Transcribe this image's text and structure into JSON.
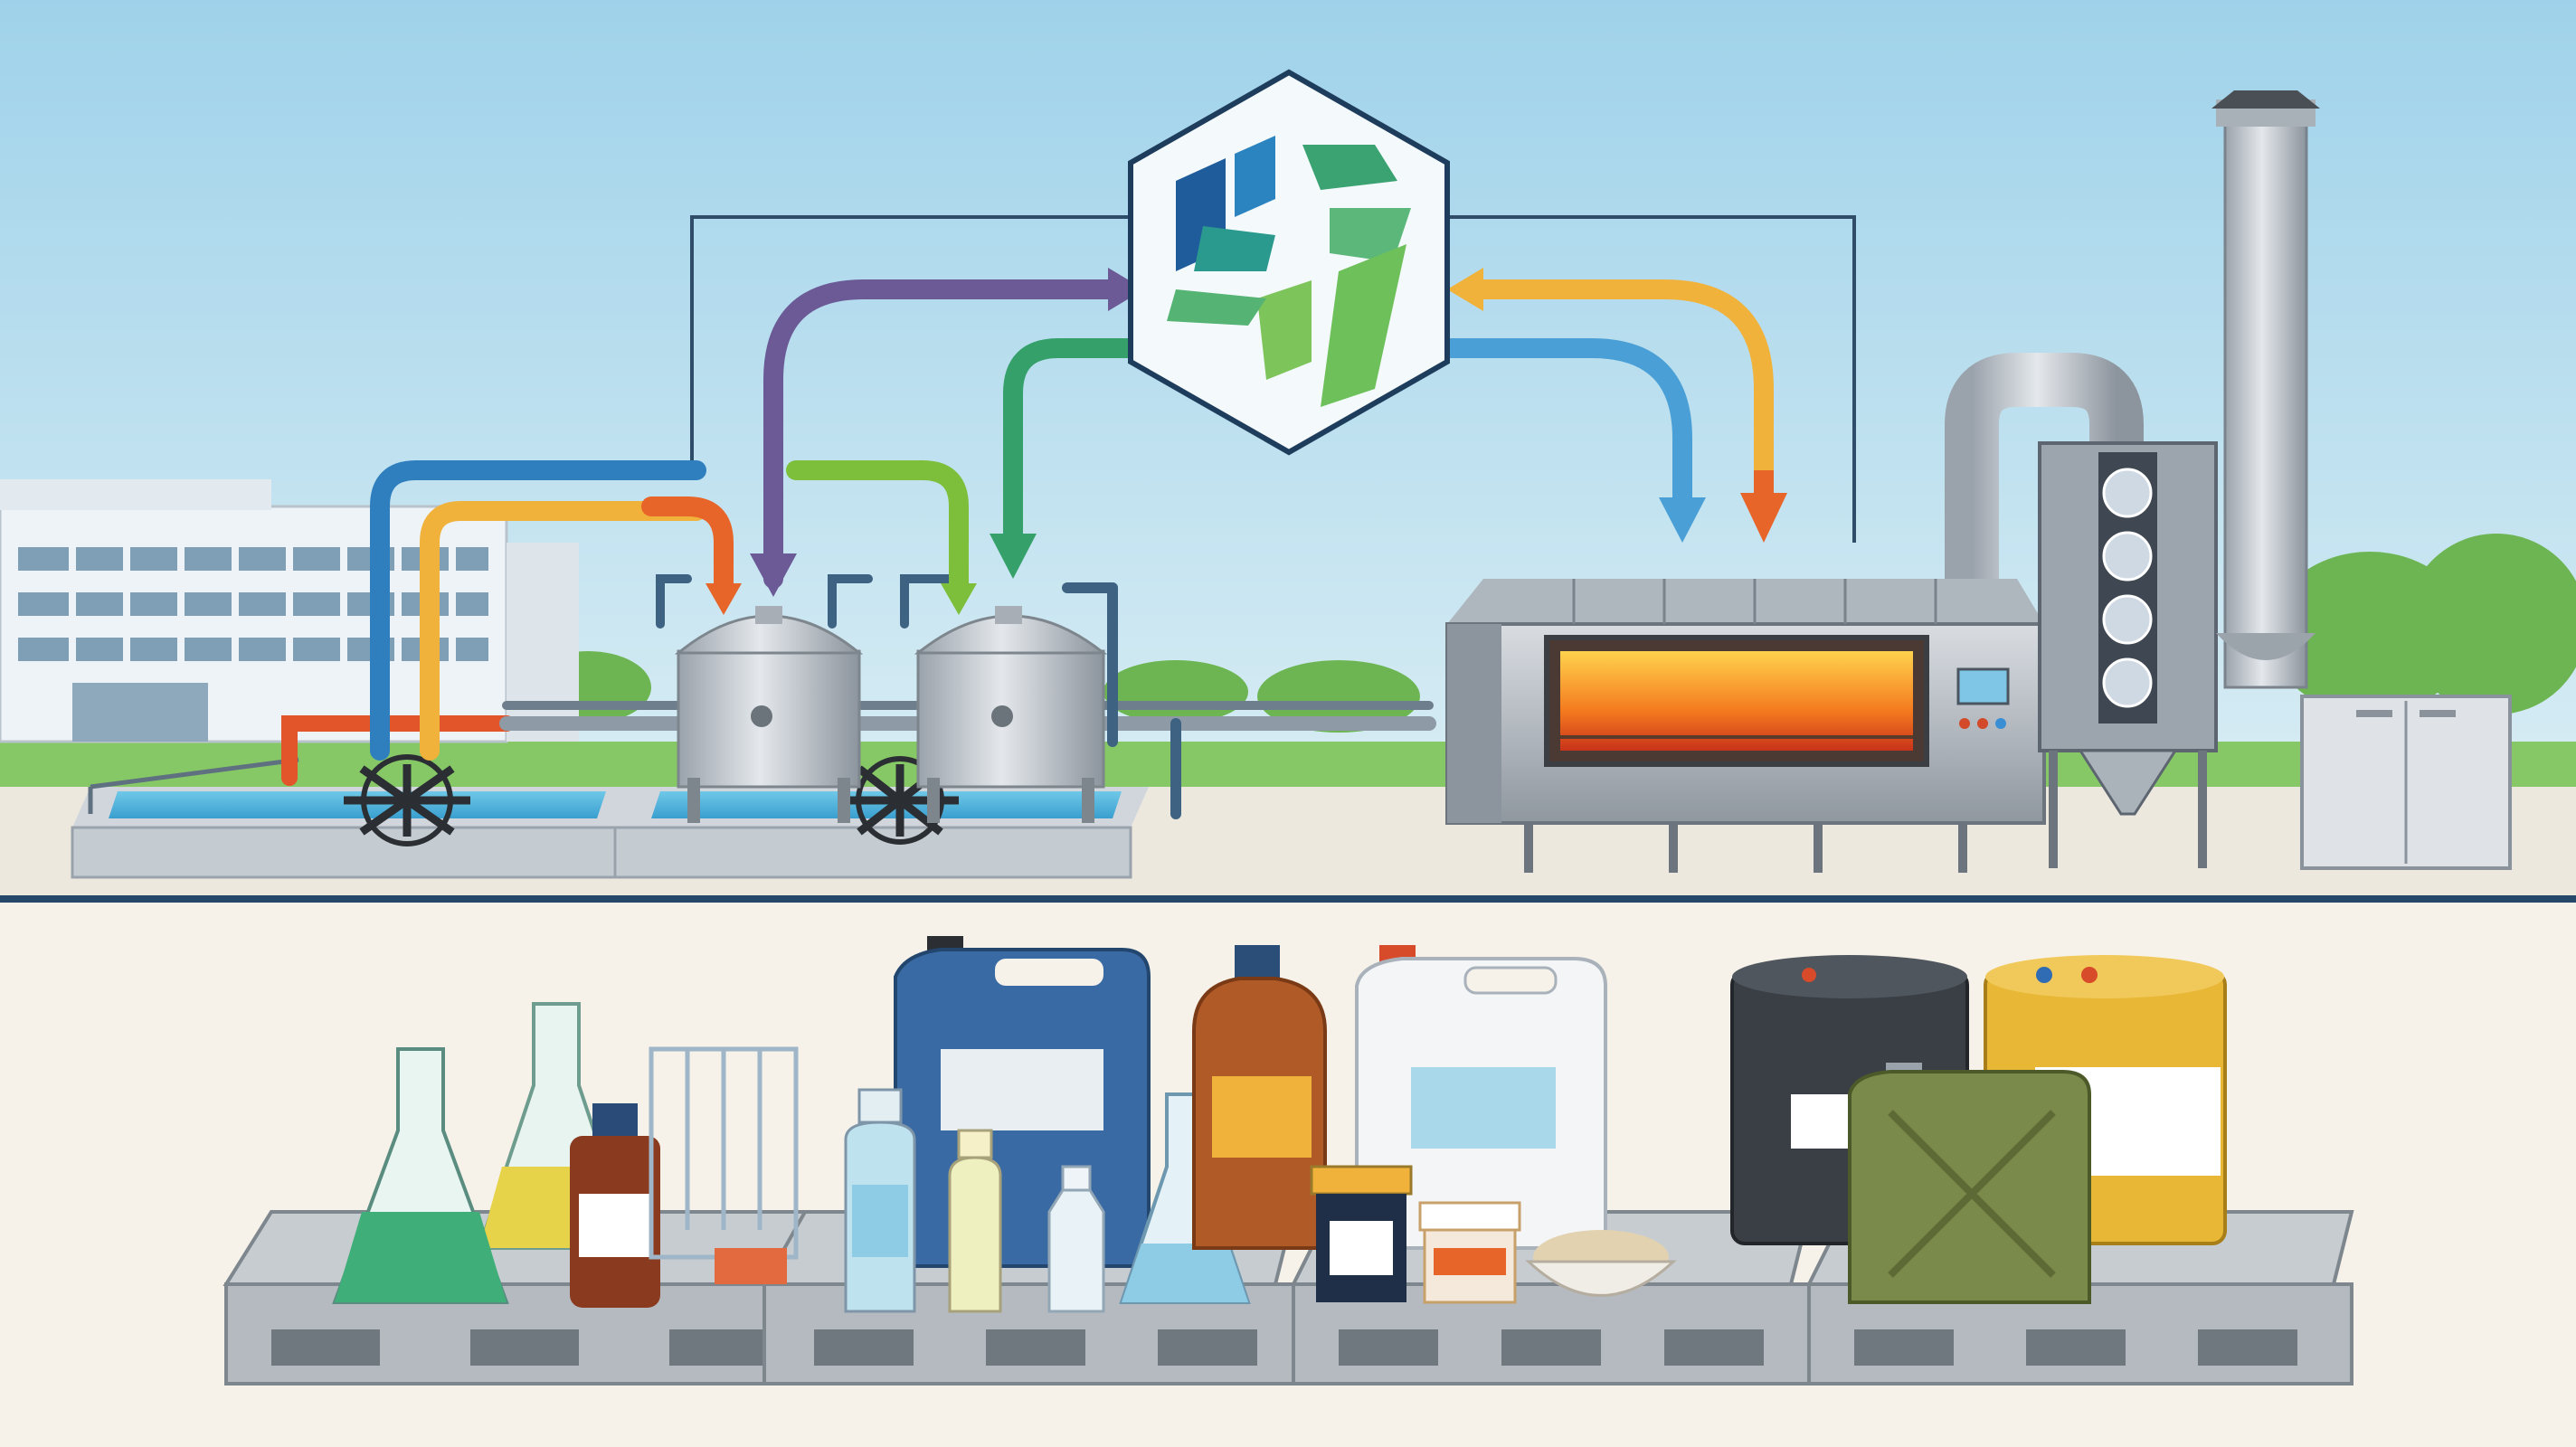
{
  "scene": {
    "upper_panel": {
      "sky_color": "#bfe0ee",
      "ground_color": "#e9e6dd",
      "grass_color": "#7cc35c",
      "items": [
        "office-building",
        "water-treatment-basins",
        "reactor-tanks",
        "rotary-incinerator",
        "flue-gas-filter-tower",
        "exhaust-stack",
        "electrical-cabinet",
        "recycling-hexagon-logo"
      ],
      "flow_arrows": [
        {
          "name": "purple-arrow",
          "color": "#6b5a96",
          "direction": "to-logo"
        },
        {
          "name": "green-arrow",
          "color": "#35a06a",
          "direction": "to-tank-2"
        },
        {
          "name": "yellow-arrow",
          "color": "#f0b23a",
          "direction": "to-logo"
        },
        {
          "name": "blue-arrow",
          "color": "#4aa0d6",
          "direction": "to-incinerator"
        },
        {
          "name": "orange-arrow",
          "color": "#e8652a",
          "direction": "to-incinerator"
        }
      ]
    },
    "divider_color": "#24476a",
    "lower_panel": {
      "background": "#f6f2e9",
      "pallets": [
        {
          "name": "lab-glassware-pallet",
          "contents": [
            "erlenmeyer-flask",
            "graduated-flask",
            "amber-bottle",
            "test-tube-rack"
          ]
        },
        {
          "name": "solvent-bottles-pallet",
          "contents": [
            "blue-jerrycan",
            "clear-bottle",
            "small-vials",
            "conical-flask"
          ]
        },
        {
          "name": "chemical-containers-pallet",
          "contents": [
            "brown-bottle",
            "white-jerrycan",
            "jars",
            "powder-bowl"
          ]
        },
        {
          "name": "drums-pallet",
          "contents": [
            "black-drum",
            "yellow-drum",
            "green-jerrycan"
          ]
        }
      ]
    }
  }
}
